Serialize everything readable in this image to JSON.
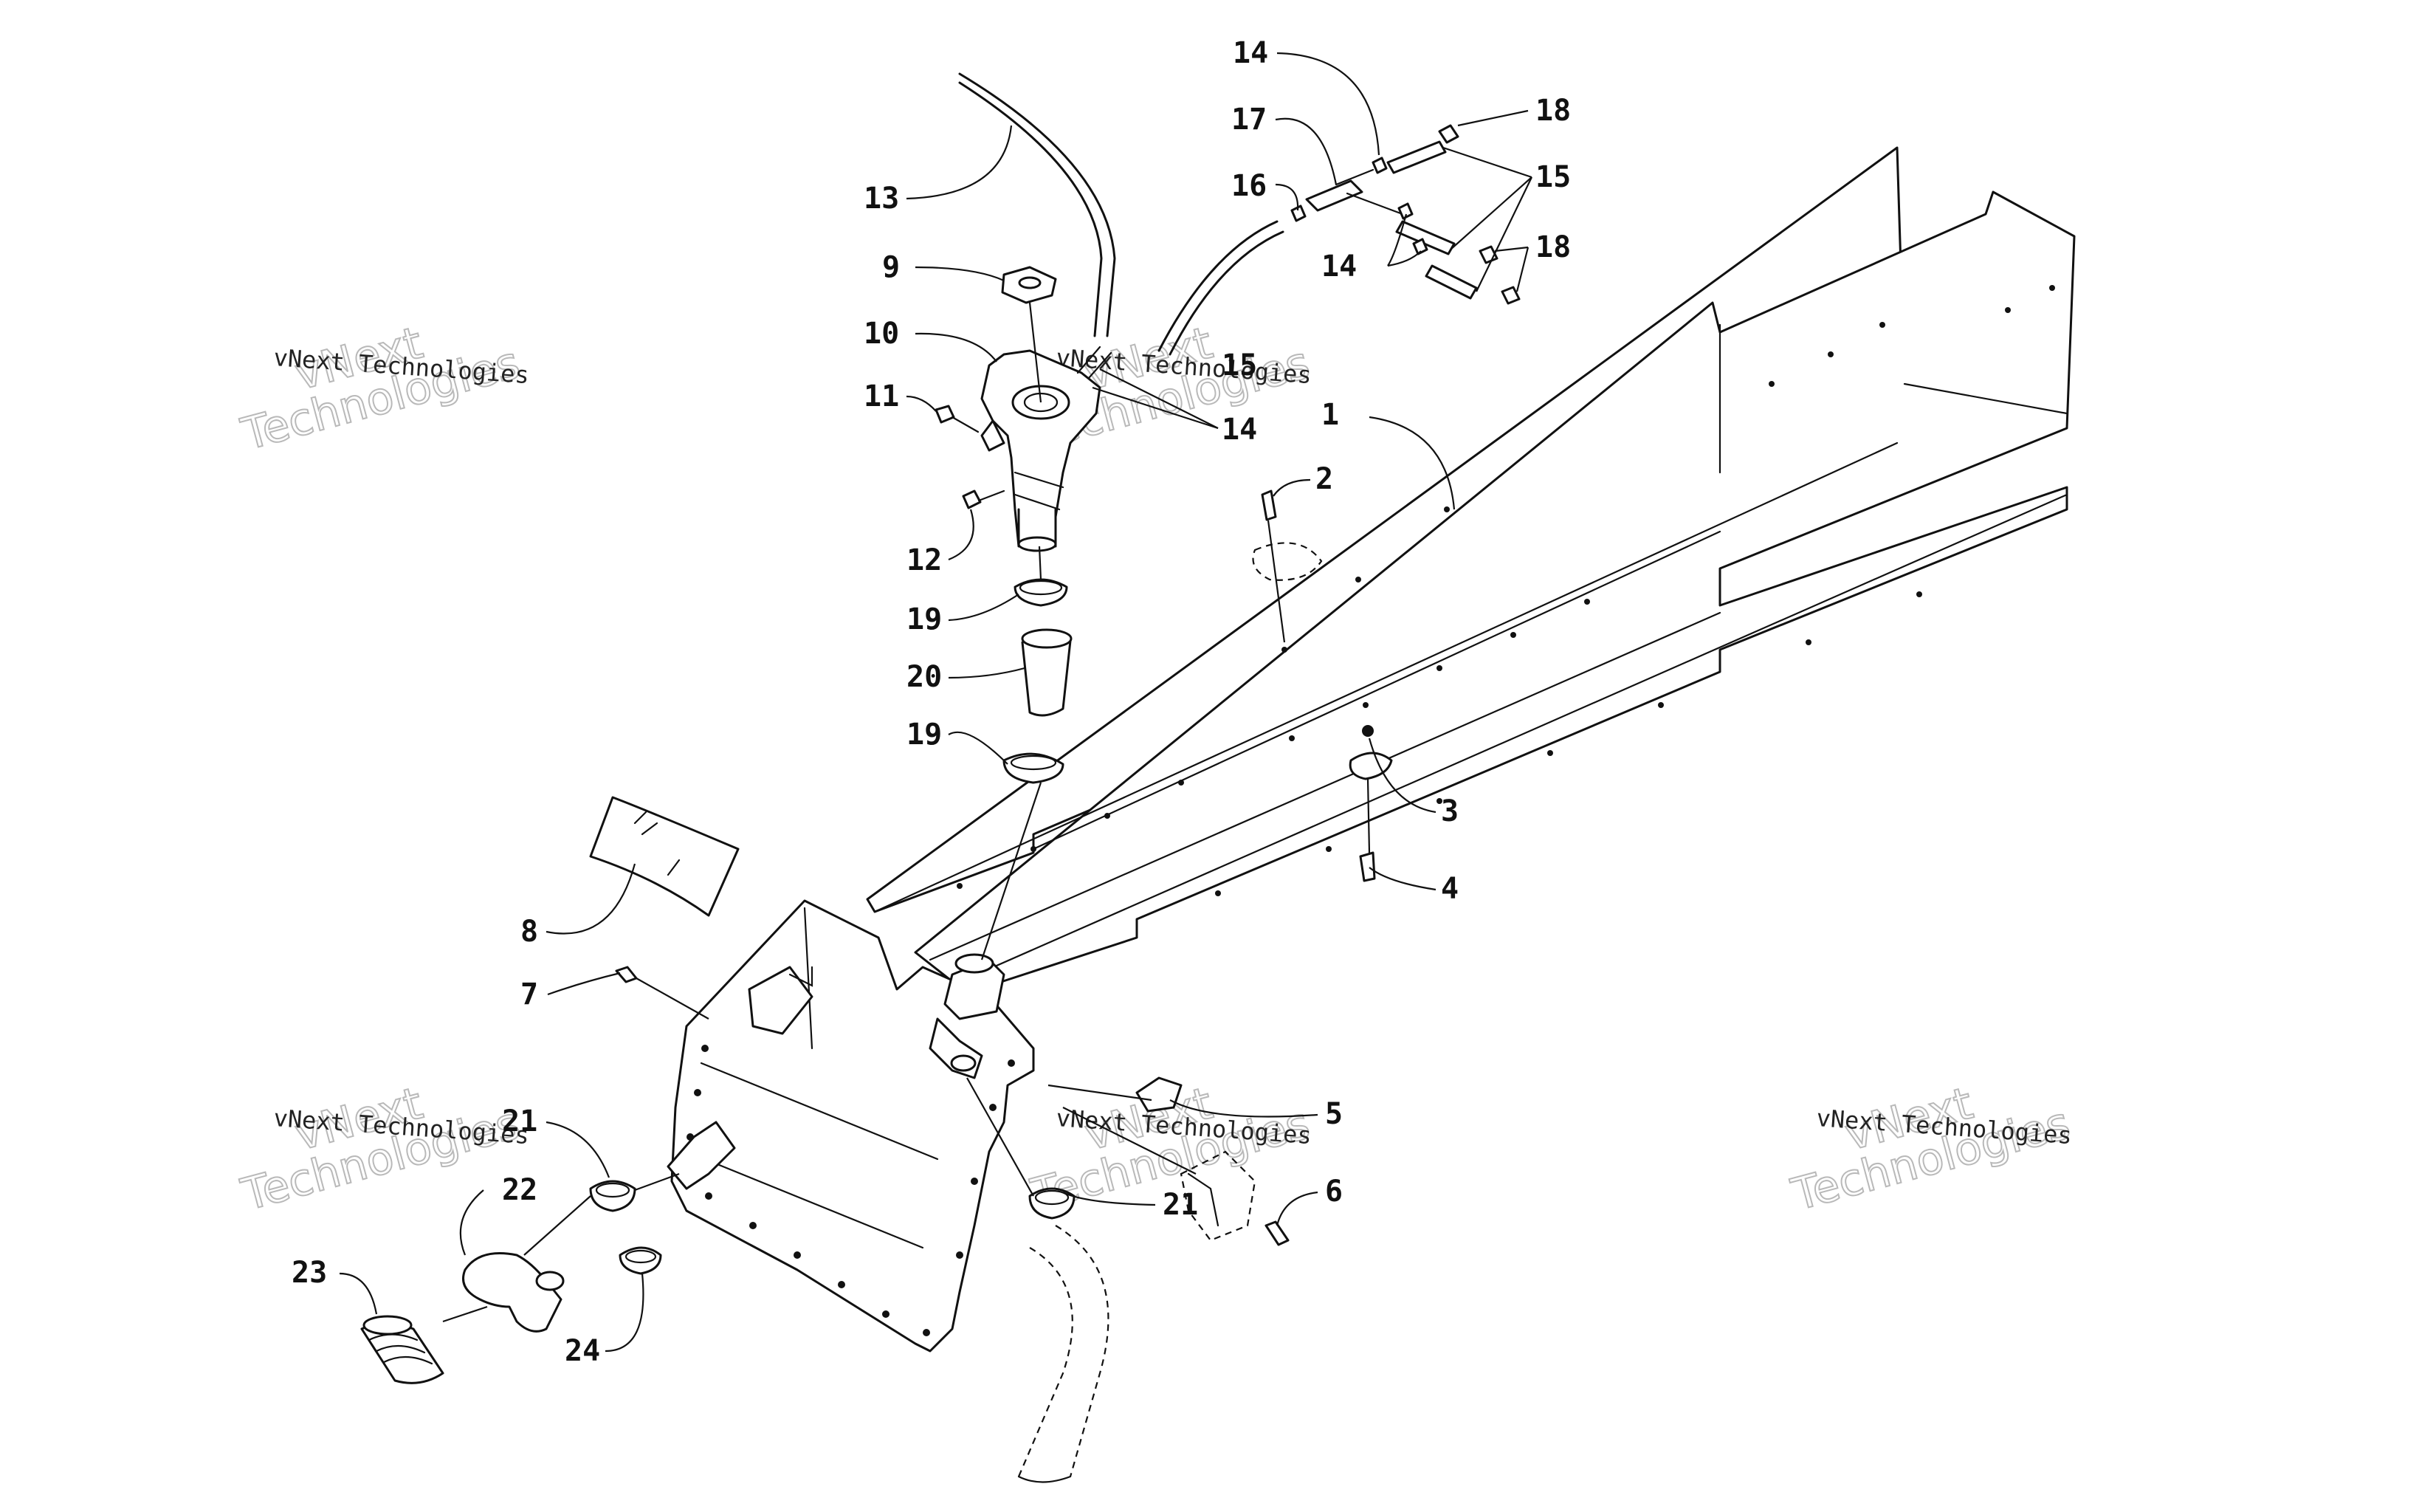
{
  "callouts": {
    "c1": "1",
    "c2": "2",
    "c3": "3",
    "c4": "4",
    "c5": "5",
    "c6": "6",
    "c7": "7",
    "c8": "8",
    "c9": "9",
    "c10": "10",
    "c11": "11",
    "c12": "12",
    "c13": "13",
    "c14a": "14",
    "c14b": "14",
    "c14c": "14",
    "c15a": "15",
    "c15b": "15",
    "c16": "16",
    "c17": "17",
    "c18a": "18",
    "c18b": "18",
    "c19a": "19",
    "c19b": "19",
    "c20": "20",
    "c21a": "21",
    "c21b": "21",
    "c22": "22",
    "c23": "23",
    "c24": "24"
  },
  "watermark": {
    "label": "vNext Technologies",
    "word1": "vNext",
    "word2": "Technologies"
  }
}
